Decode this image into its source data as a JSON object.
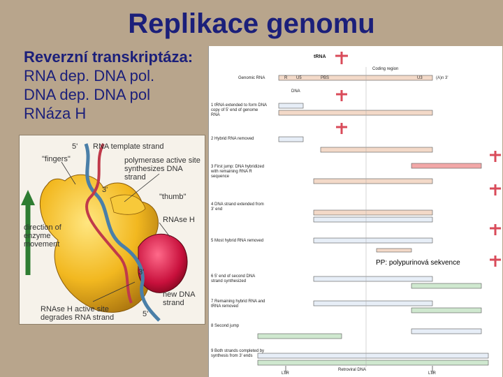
{
  "title": "Replikace genomu",
  "text_lines": {
    "header": "Reverzní transkriptáza:",
    "line1": "RNA dep. DNA pol.",
    "line2": "DNA dep. DNA pol",
    "line3": "RNáza H"
  },
  "enzyme_figure": {
    "fingers": "\"fingers\"",
    "five_prime_top": "5'",
    "rna_template": "RNA template strand",
    "polymerase_site": "polymerase active site synthesizes DNA strand",
    "three_prime_mid": "3'",
    "thumb": "\"thumb\"",
    "rnase_h": "RNAse H",
    "direction": "direction of enzyme movement",
    "three_prime_low": "3'",
    "new_dna": "new DNA strand",
    "rnase_h_site": "RNAse H active site degrades RNA strand",
    "five_prime_bottom": "5'"
  },
  "replication_diagram": {
    "trna": "tRNA",
    "genomic_rna": "Genomic RNA",
    "coding_region": "Coding region",
    "dna": "DNA",
    "steps": [
      {
        "num": "1",
        "text": "tRNA extended to form DNA copy of 5' end of genome RNA"
      },
      {
        "num": "2",
        "text": "Hybrid RNA removed"
      },
      {
        "num": "3",
        "text": "First jump: DNA hybridized with remaining RNA R sequence"
      },
      {
        "num": "4",
        "text": "DNA strand extended from 3' end"
      },
      {
        "num": "5",
        "text": "Most hybrid RNA removed"
      },
      {
        "num": "6",
        "text": "5' end of second DNA strand synthesized"
      },
      {
        "num": "7",
        "text": "Remaining hybrid RNA and tRNA removed"
      },
      {
        "num": "8",
        "text": "Second jump"
      },
      {
        "num": "9",
        "text": "Both strands completed by synthesis from 3' ends"
      }
    ],
    "segments": {
      "r": "R",
      "u5": "U5",
      "pbs": "PBS",
      "u3": "U3",
      "polya": "(A)n 3'"
    },
    "retroviral_dna": "Retroviral DNA",
    "ltr": "LTR"
  },
  "pp_note": "PP: polypurinová sekvence"
}
